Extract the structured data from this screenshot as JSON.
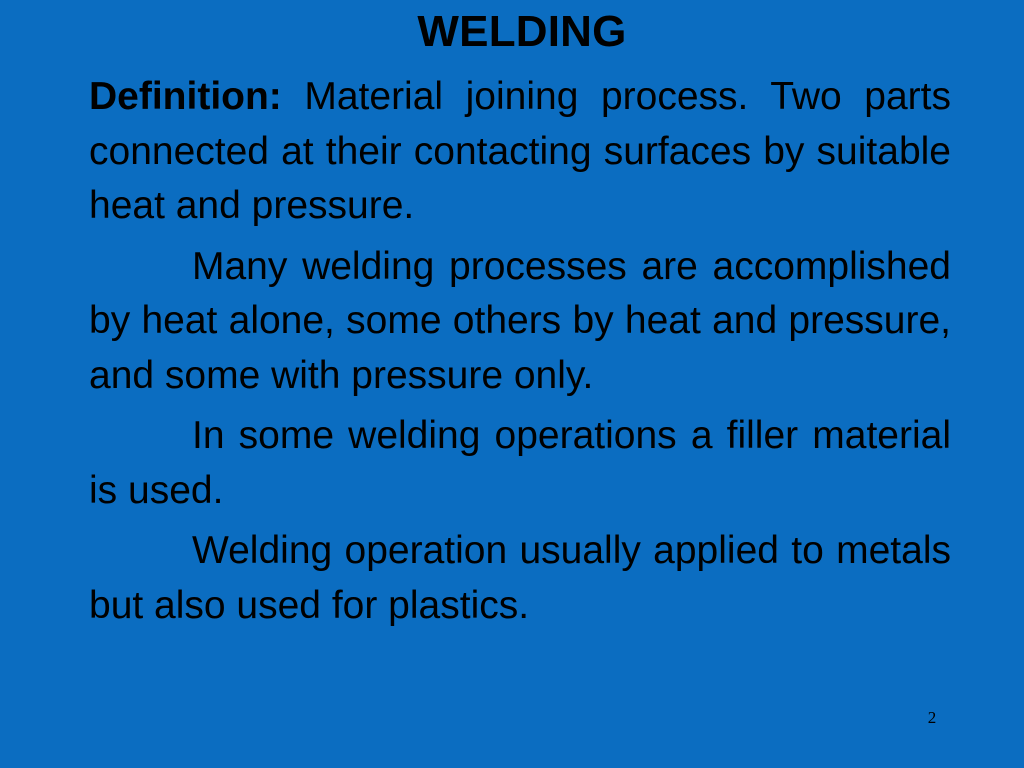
{
  "slide": {
    "title": "WELDING",
    "definition_label": "Definition:",
    "definition_text": " Material joining process. Two parts connected at their contacting surfaces by suitable heat and pressure.",
    "paragraphs": [
      "Many welding processes are accomplished by heat alone, some others by heat and pressure, and some with pressure only.",
      "In some welding operations a filler material is used.",
      "Welding operation usually applied to metals but also used for plastics."
    ],
    "page_number": "2"
  },
  "colors": {
    "background": "#0b6dc1",
    "text": "#000000"
  }
}
